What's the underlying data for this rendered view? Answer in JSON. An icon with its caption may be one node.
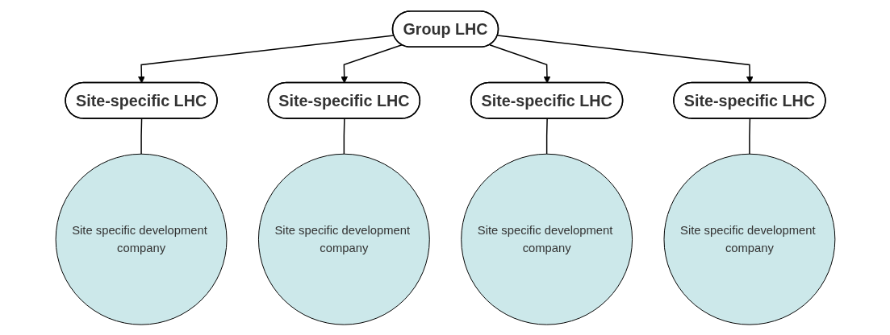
{
  "diagram": {
    "nodes": [
      {
        "text": [
          "Group LHC"
        ]
      },
      {
        "text": [
          "Site-specific LHC"
        ]
      },
      {
        "text": [
          "Site-specific LHC"
        ]
      },
      {
        "text": [
          "Site-specific LHC"
        ]
      },
      {
        "text": [
          "Site-specific LHC"
        ]
      },
      {
        "text": [
          "Site specific development company"
        ]
      },
      {
        "text": [
          "Site specific development company"
        ]
      },
      {
        "text": [
          "Site specific development company"
        ]
      },
      {
        "text": [
          "Site specific development company"
        ]
      }
    ],
    "edges": [
      {
        "from": 0,
        "to": 1,
        "arrow": "to"
      },
      {
        "from": 0,
        "to": 2,
        "arrow": "to"
      },
      {
        "from": 0,
        "to": 3,
        "arrow": "to"
      },
      {
        "from": 0,
        "to": 4,
        "arrow": "to"
      },
      {
        "from": 1,
        "to": 5,
        "arrow": "none"
      },
      {
        "from": 2,
        "to": 6,
        "arrow": "none"
      },
      {
        "from": 3,
        "to": 7,
        "arrow": "none"
      },
      {
        "from": 4,
        "to": 8,
        "arrow": "none"
      }
    ]
  }
}
